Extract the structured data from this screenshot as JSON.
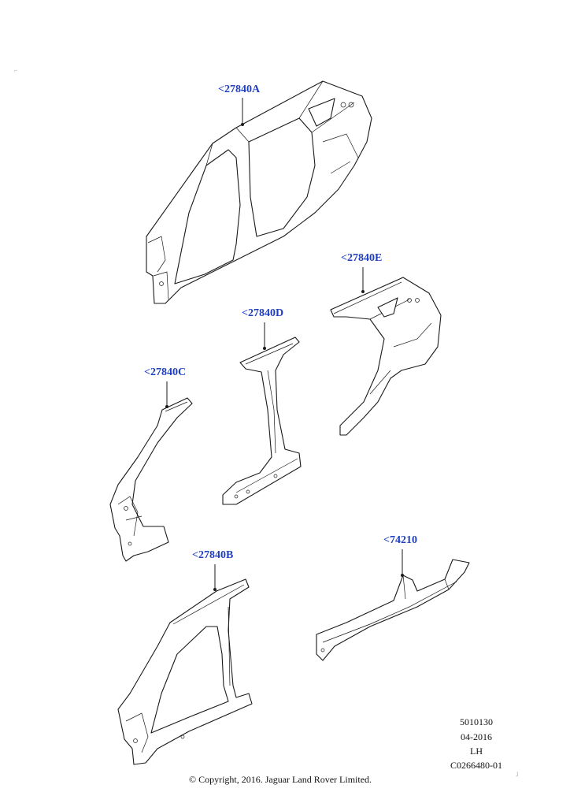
{
  "callouts": [
    {
      "label": "<27840A"
    },
    {
      "label": "<27840E"
    },
    {
      "label": "<27840D"
    },
    {
      "label": "<27840C"
    },
    {
      "label": "<74210"
    },
    {
      "label": "<27840B"
    }
  ],
  "info": {
    "code": "5010130",
    "date": "04-2016",
    "side": "LH",
    "image_ref": "C0266480-01"
  },
  "footer": {
    "copyright": "© Copyright, 2016. Jaguar Land Rover Limited."
  },
  "colors": {
    "callout": "#1f3fbf",
    "line": "#1a1a1a"
  }
}
